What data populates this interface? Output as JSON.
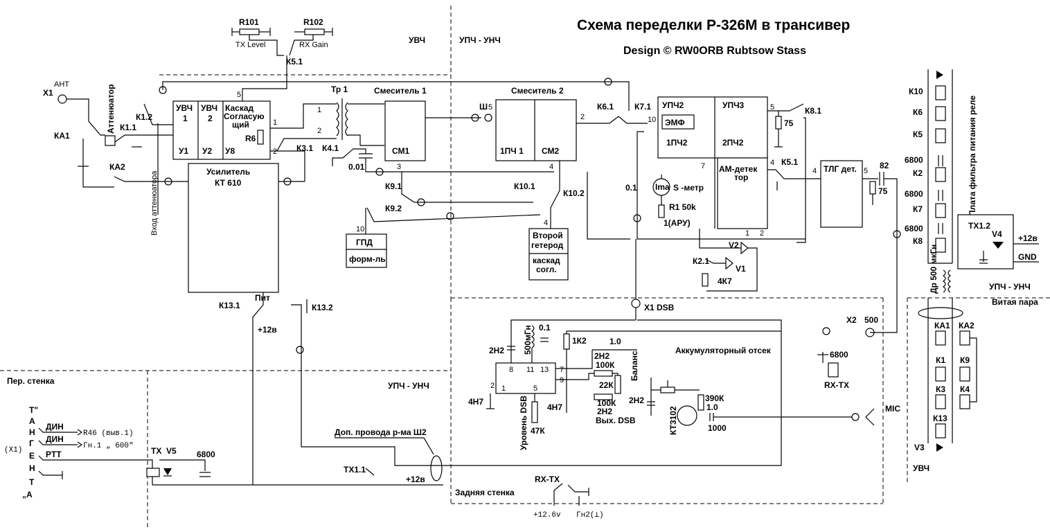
{
  "title": "Схема переделки Р-326М в трансивер",
  "subtitle": "Design © RW0ORB    Rubtsow Stass",
  "sections": {
    "uvch_top": "УВЧ",
    "upch_unch_top": "УПЧ - УНЧ",
    "upch_unch_mid": "УПЧ - УНЧ",
    "upch_unch_right": "УПЧ - УНЧ",
    "uvch_right": "УВЧ",
    "front_wall": "Пер. стенка",
    "rear_wall": "Задняя стенка",
    "battery": "Аккумуляторный отсек",
    "relay_board": "Плата фильтра питания реле",
    "twisted_pair": "Витая пара"
  },
  "blocks": {
    "uvch1": "УВЧ",
    "uvch1_n": "1",
    "u1": "У1",
    "uvch2": "УВЧ",
    "uvch2_n": "2",
    "u2": "У2",
    "kaskad1": "Каскад",
    "kaskad2": "Согласую",
    "kaskad3": "щий",
    "u8": "У8",
    "amp1": "Усилитель",
    "amp2": "КТ 610",
    "pit": "Пит",
    "mixer1": "Смеситель 1",
    "cm1": "СМ1",
    "mixer2": "Смеситель 2",
    "ipch1": "1ПЧ 1",
    "cm2": "СМ2",
    "upch2": "УПЧ2",
    "upch3": "УПЧ3",
    "emf": "ЭМФ",
    "ipch2": "1ПЧ2",
    "pch2": "2ПЧ2",
    "am1": "АМ-детек",
    "am2": "тор",
    "tlg": "ТЛГ дет.",
    "gpd": "ГПД",
    "gpd_f": "форм-ль",
    "osc1": "Второй",
    "osc2": "гетерод",
    "osc3": "каскад",
    "osc4": "согл."
  },
  "labels": {
    "r101": "R101",
    "r102": "R102",
    "tx_level": "TX Level",
    "rx_gain": "RX Gain",
    "k51_top": "К5.1",
    "x1": "X1",
    "ant": "АНТ",
    "atten": "Аттенюатор",
    "atten_in": "Вход аттенюатора",
    "k12": "К1.2",
    "k11": "К1.1",
    "ka1": "КА1",
    "ka2": "КА2",
    "r6": "R6",
    "k31": "К3.1",
    "k41": "К4.1",
    "tr1": "Тр 1",
    "c001": "0.01",
    "sh5": "Ш",
    "k61": "К6.1",
    "k71": "К7.1",
    "k81": "К8.1",
    "r75a": "75",
    "k51b": "К5.1",
    "r75b": "75",
    "c82": "82",
    "smeter": "S -метр",
    "ima": "Ima",
    "c01a": "0.1",
    "r1": "R1 50k",
    "aru": "1(АРУ)",
    "v2": "V2",
    "v1": "V1",
    "k21": "К2.1",
    "r4k7": "4К7",
    "k91": "К9.1",
    "k92": "К9.2",
    "k101": "К10.1",
    "k102": "К10.2",
    "k131": "К13.1",
    "k132": "К13.2",
    "p12v": "+12в",
    "x1dsb": "X1 DSB",
    "x2": "X2",
    "x2n": "500",
    "c2h2a": "2Н2",
    "ind500": "500мГн",
    "c01b": "0.1",
    "r1k2": "1К2",
    "c10a": "1.0",
    "c2h2b": "2Н2",
    "r100ka": "100К",
    "balans": "Баланс",
    "r22k": "22К",
    "r100kb": "100К",
    "c2h2c": "2Н2",
    "vyh_dsb": "Вых. DSB",
    "c2h2d": "2Н2",
    "c4h7a": "4Н7",
    "c4h7b": "4Н7",
    "ur_dsb": "Уровень DSB",
    "r47k": "47К",
    "kt3102": "КТ3102",
    "r390k": "390К",
    "c10b": "1.0",
    "c1000": "1000",
    "mic": "MIC",
    "c6800rx": "6800",
    "rxtx": "RX-TX",
    "k10": "К10",
    "k6": "К6",
    "k5": "К5",
    "c6800a": "6800",
    "k2": "К2",
    "c6800b": "6800",
    "k7": "К7",
    "c6800c": "6800",
    "k8": "К8",
    "tx12": "ТХ1.2",
    "v4": "V4",
    "p12v_r": "+12в",
    "gnd": "GND",
    "dr": "Др 500 мкГн",
    "ka1b": "КА1",
    "ka2b": "КА2",
    "k1": "К1",
    "k9": "К9",
    "k3": "К3",
    "k4": "К4",
    "k13": "К13",
    "v3": "V3",
    "din1": "ДИН",
    "r46": "R46 (выв.1)",
    "din2": "ДИН",
    "gn1": "Гн.1 „ 600\"",
    "x1f": "(X1)",
    "ptt": "PTT",
    "tx": "ТХ",
    "v5": "V5",
    "c6800f": "6800",
    "dop": "Доп. провода р-ма Ш2",
    "tx11": "ТХ1.1",
    "p12v_b": "+12в",
    "rxtx_b": "RX-TX",
    "p126": "+12.6v",
    "gn2": "Гн2(⊥)",
    "tang1": "Т\"",
    "tang2": "А",
    "tang3": "Н",
    "tang4": "Г",
    "tang5": "Е",
    "tang6": "Н",
    "tang7": "Т",
    "tang8": "„А"
  },
  "pins": {
    "p5a": "5",
    "p1a": "1",
    "p2a": "2",
    "p2b": "2",
    "p3": "3",
    "p4a": "4",
    "p5b": "5",
    "p2c": "2",
    "p10a": "10",
    "p7": "7",
    "p5c": "5",
    "p4b": "4",
    "p4c": "4",
    "p1b": "1",
    "p2d": "2",
    "p5d": "5",
    "p10b": "10",
    "p4d": "4",
    "p8": "8",
    "p11": "11",
    "p13": "13",
    "p7b": "7",
    "p9": "9",
    "p2e": "2",
    "p1c": "1",
    "p5e": "5"
  }
}
